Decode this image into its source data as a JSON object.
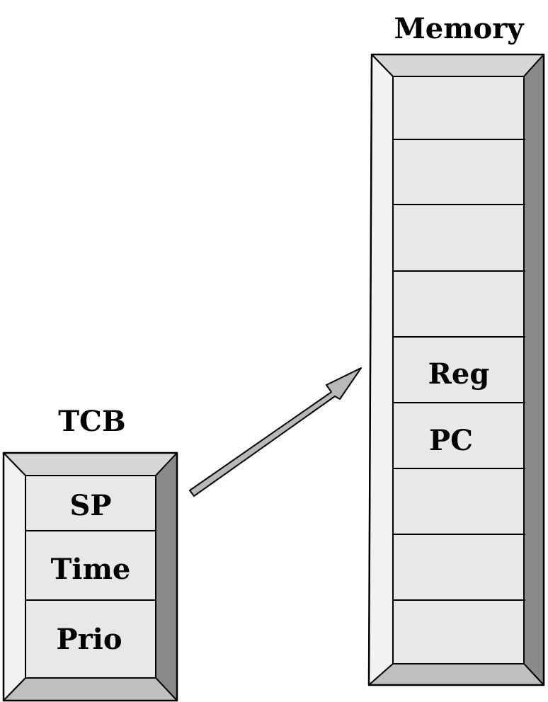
{
  "tcb": {
    "title": "TCB",
    "fields": [
      {
        "label": "SP"
      },
      {
        "label": "Time"
      },
      {
        "label": "Prio"
      }
    ]
  },
  "memory": {
    "title": "Memory",
    "cells": [
      {
        "label": ""
      },
      {
        "label": ""
      },
      {
        "label": ""
      },
      {
        "label": ""
      },
      {
        "label": "Reg"
      },
      {
        "label": "PC"
      },
      {
        "label": ""
      },
      {
        "label": ""
      },
      {
        "label": ""
      }
    ]
  },
  "colors": {
    "bevel_top": "#d6d6d6",
    "bevel_left": "#f2f2f2",
    "bevel_right": "#8a8a8a",
    "bevel_bottom": "#bfbfbf",
    "cell_fill": "#e8e8e8",
    "arrow_fill": "#b8b8b8",
    "stroke": "#000000"
  }
}
